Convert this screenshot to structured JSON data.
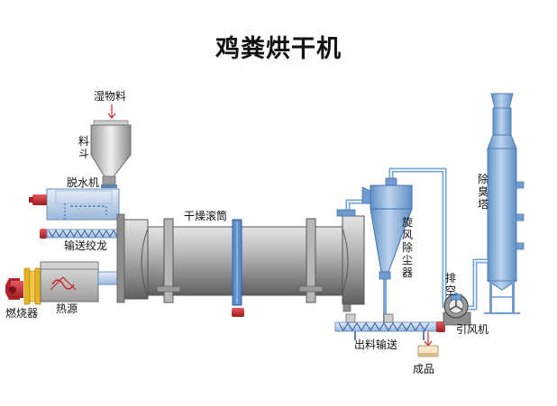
{
  "title": "鸡粪烘干机",
  "labels": {
    "wet_material": "湿物料",
    "hopper": "料斗",
    "dewatering_machine": "脱水机",
    "screw_conveyor": "输送绞龙",
    "burner": "燃烧器",
    "heat_source": "热源",
    "dryer_drum": "干燥滚筒",
    "cyclone": "旋风除尘器",
    "deodorizing_tower": "除臭塔",
    "exhaust": "排空",
    "induced_fan": "引风机",
    "discharge_conveyor": "出料输送",
    "product": "成品"
  },
  "colors": {
    "steel_blue": "#6f9ccd",
    "steel_light": "#c9dcf0",
    "drum_gray": "#a9a9a9",
    "motor_red": "#c8242b",
    "burner_yellow": "#e7b421",
    "pipe_blue": "#8fb6dc"
  }
}
